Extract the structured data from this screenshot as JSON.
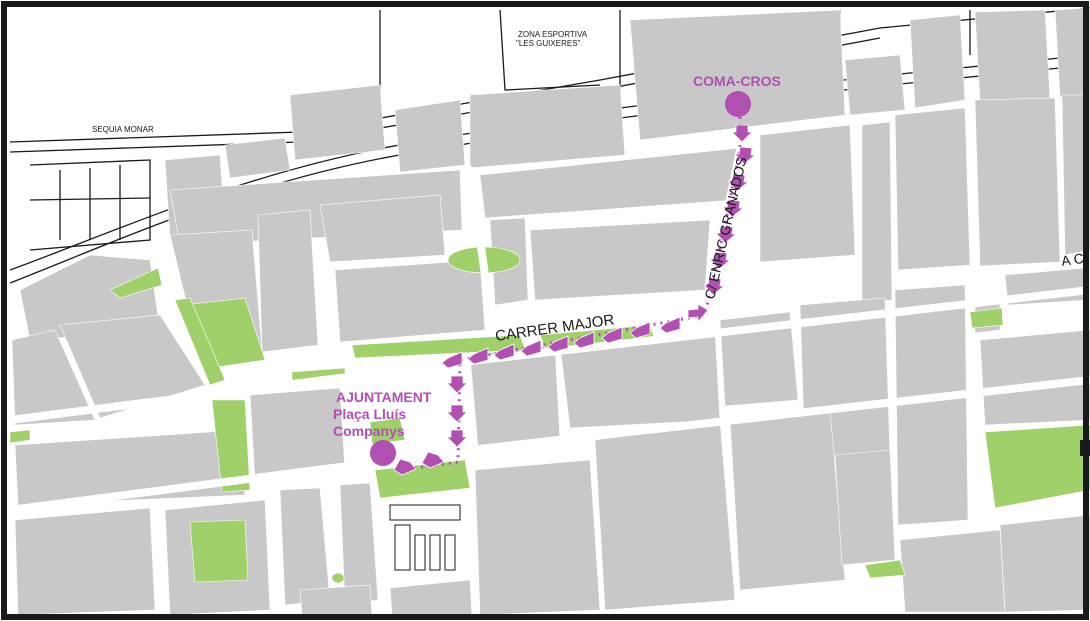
{
  "map": {
    "labels": {
      "zona_esportiva_line1": "ZONA ESPORTIVA",
      "zona_esportiva_line2": "\"LES GUIXERES\"",
      "sequia_monar": "SEQUIA MONAR",
      "carrer_major": "CARRER  MAJOR",
      "enric_granados": "C/ ENRIC GRANADOS",
      "edge_label": "A C"
    },
    "poi": {
      "start_name": "COMA-CROS",
      "end_name_line1": "AJUNTAMENT",
      "end_name_line2": "Plaça Lluís",
      "end_name_line3": "Companys"
    },
    "colors": {
      "block": "#c8c8c8",
      "park": "#9fd06a",
      "route": "#b24fb3",
      "street": "#ffffff",
      "outline": "#1a1a1a"
    },
    "icons": {
      "route_marker": "circle-marker-icon",
      "route_arrow": "arrow-icon"
    }
  }
}
